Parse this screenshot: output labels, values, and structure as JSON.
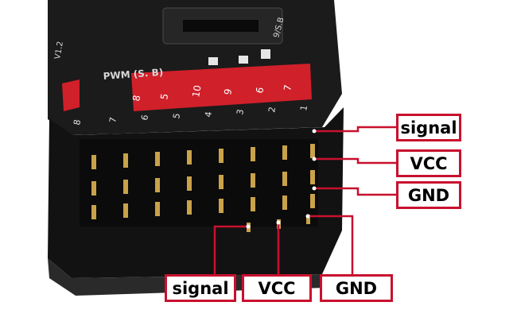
{
  "photo": {
    "subject": "receiver-module-with-pin-header",
    "pwm_label": "PWM (S. B)",
    "version_label": "V1.2",
    "sbus_label": "9/S.B",
    "channel_numbers": [
      "8",
      "7",
      "6",
      "5",
      "4",
      "3",
      "2",
      "1"
    ],
    "red_strip_numbers": [
      "8",
      "5",
      "10",
      "9",
      "6",
      "7"
    ]
  },
  "callouts": {
    "right": {
      "signal": "signal",
      "vcc": "VCC",
      "gnd": "GND"
    },
    "bottom": {
      "signal": "signal",
      "vcc": "VCC",
      "gnd": "GND"
    }
  },
  "colors": {
    "callout_red": "#c8102e",
    "body_black": "#141414",
    "pin_gold": "#c9a24a",
    "label_red": "#d0202a"
  }
}
